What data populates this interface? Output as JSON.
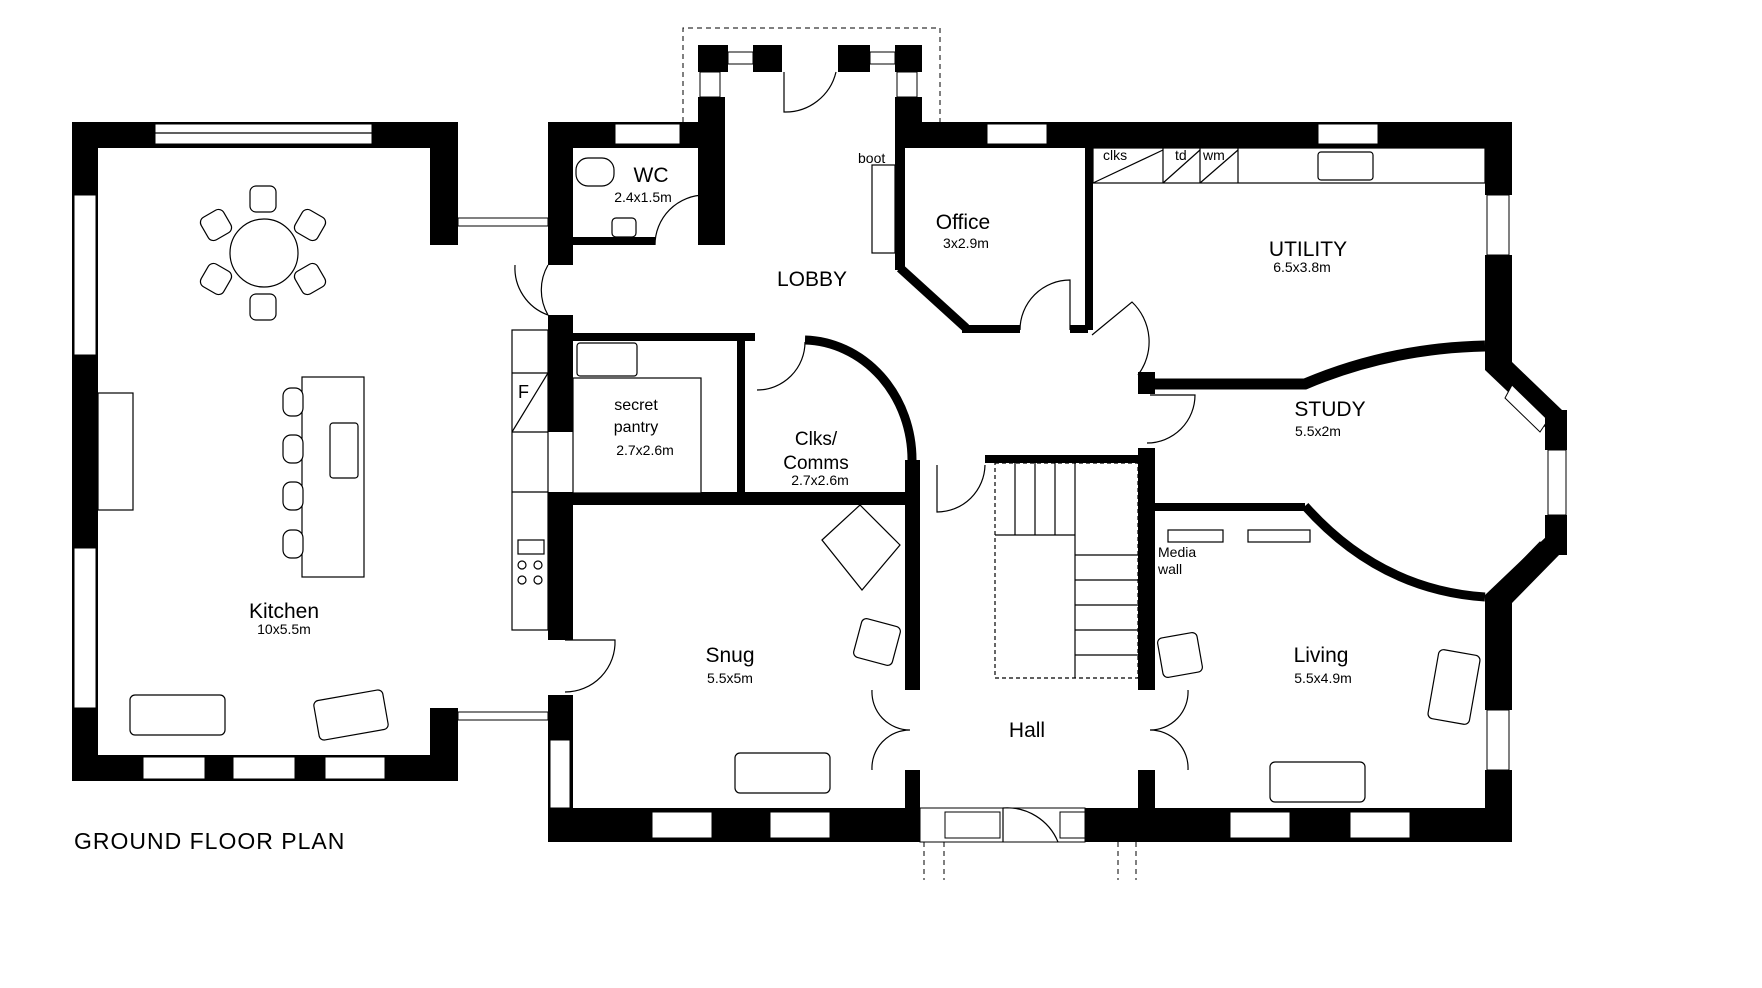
{
  "title": "GROUND FLOOR PLAN",
  "rooms": {
    "kitchen": {
      "name": "Kitchen",
      "size": "10x5.5m"
    },
    "wc": {
      "name": "WC",
      "size": "2.4x1.5m"
    },
    "lobby": {
      "name": "LOBBY"
    },
    "office": {
      "name": "Office",
      "size": "3x2.9m"
    },
    "utility": {
      "name": "UTILITY",
      "size": "6.5x3.8m"
    },
    "pantry": {
      "name1": "secret",
      "name2": "pantry",
      "size": "2.7x2.6m"
    },
    "clks": {
      "name1": "Clks/",
      "name2": "Comms",
      "size": "2.7x2.6m"
    },
    "study": {
      "name": "STUDY",
      "size": "5.5x2m"
    },
    "snug": {
      "name": "Snug",
      "size": "5.5x5m"
    },
    "hall": {
      "name": "Hall"
    },
    "living": {
      "name": "Living",
      "size": "5.5x4.9m"
    }
  },
  "annotations": {
    "boot": "boot",
    "clks": "clks",
    "td": "td",
    "wm": "wm",
    "fridge": "F",
    "media1": "Media",
    "media2": "wall"
  }
}
